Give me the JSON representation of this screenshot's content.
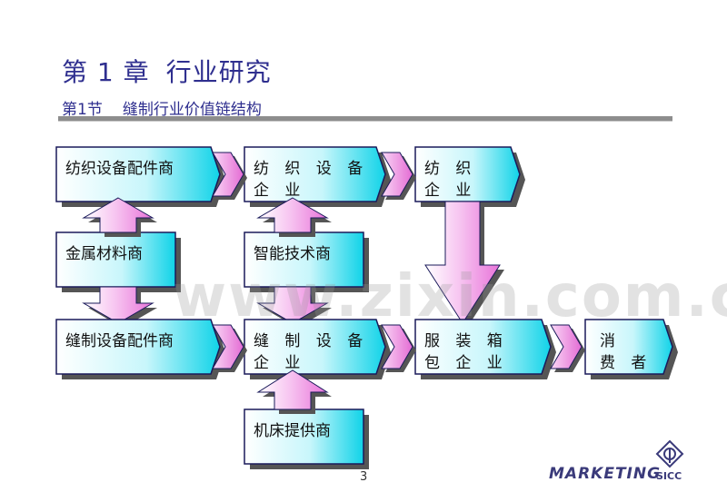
{
  "header": {
    "chapter": "第 1 章",
    "chapter_title": "行业研究",
    "section": "第1节",
    "section_title": "缝制行业价值链结构"
  },
  "nodes": {
    "textile_parts_supplier": "纺织设备配件商",
    "textile_equipment_maker": "纺 织 设 备 企 业",
    "textile_enterprise": "纺 织 企 业",
    "metal_materials_supplier": "金属材料商",
    "smart_tech_supplier": "智能技术商",
    "sewing_parts_supplier": "缝制设备配件商",
    "sewing_equipment_maker": "缝 制 设 备 企 业",
    "apparel_luggage_enterprise": "服 装 箱 包 企 业",
    "consumer": "消　 费 者",
    "machine_tool_supplier": "机床提供商"
  },
  "watermark": "www.zixin.com.cn",
  "footer": {
    "page_number": "3",
    "brand": "MARKETING",
    "brand_sub": "SICC"
  }
}
